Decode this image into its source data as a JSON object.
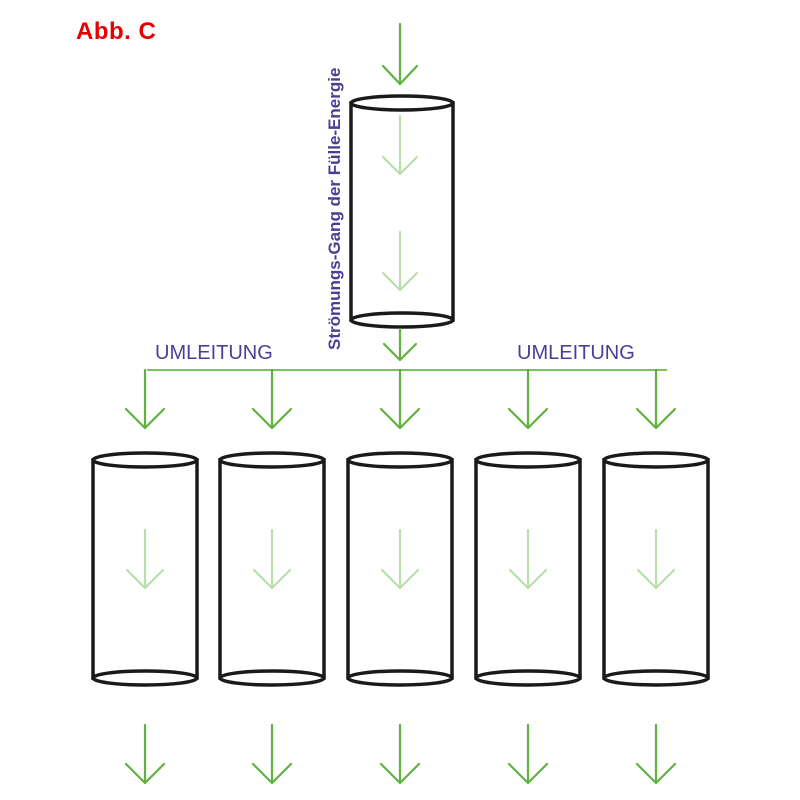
{
  "figure_label": "Abb. C",
  "labels": {
    "vertical": "Strömungs-Gang der Fülle-Energie",
    "reroute_left": "UMLEITUNG",
    "reroute_right": "UMLEITUNG"
  },
  "colors": {
    "figure_label": "#e60000",
    "text": "#4a3f96",
    "arrow_strong": "#5fb23f",
    "arrow_light": "#b9deab",
    "outline": "#1a1a1a"
  },
  "bottom_tube_count": 5
}
